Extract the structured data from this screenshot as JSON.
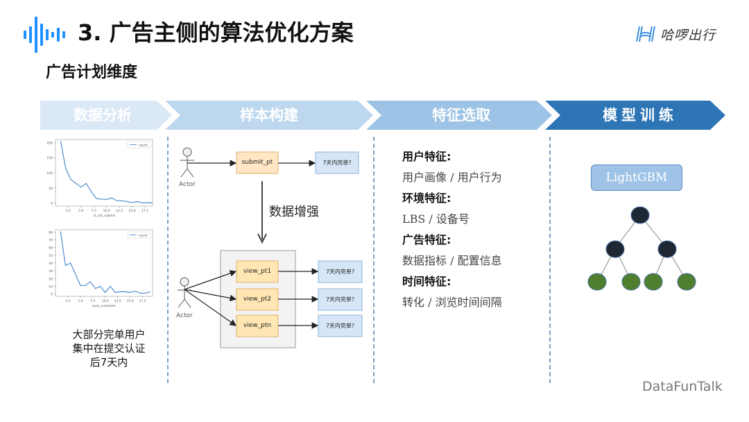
{
  "header": {
    "title": "3. 广告主侧的算法优化方案",
    "subtitle": "广告计划维度",
    "brand_name": "哈啰出行",
    "accent_color": "#1e90ff"
  },
  "pipeline": {
    "stages": [
      {
        "label": "数据分析",
        "color": "#dbe8f5"
      },
      {
        "label": "样本构建",
        "color": "#bdd7ee"
      },
      {
        "label": "特征选取",
        "color": "#9dc3e6"
      },
      {
        "label": "模型训练",
        "color": "#2e75b6"
      }
    ]
  },
  "data_analysis": {
    "chart_data": [
      {
        "type": "line",
        "title": "",
        "xlabel": "ct_cdt_submit",
        "ylabel": "",
        "legend": [
          "count"
        ],
        "legend_position": "top-right",
        "xticks": [
          "2.5",
          "5.0",
          "7.5",
          "10.0",
          "12.5",
          "15.0",
          "17.5"
        ],
        "yticks": [
          "0",
          "50",
          "100",
          "150",
          "200"
        ],
        "xlim": [
          0,
          19
        ],
        "ylim": [
          -10,
          210
        ],
        "x": [
          1,
          2,
          3,
          4,
          5,
          6,
          7,
          8,
          9,
          10,
          11,
          12,
          13,
          14,
          15,
          16,
          17,
          18,
          19
        ],
        "series": [
          {
            "name": "count",
            "values": [
              205,
              115,
              78,
              65,
              53,
              65,
              38,
              15,
              13,
              12,
              17,
              8,
              8,
              5,
              2,
              5,
              1,
              1,
              1
            ]
          }
        ]
      },
      {
        "type": "line",
        "title": "",
        "xlabel": "pass_complete",
        "ylabel": "",
        "legend": [
          "count"
        ],
        "legend_position": "top-right",
        "xticks": [
          "2.5",
          "5.0",
          "7.5",
          "10.0",
          "12.5",
          "15.0",
          "17.5"
        ],
        "yticks": [
          "0",
          "10",
          "20",
          "30",
          "40",
          "50",
          "60",
          "70",
          "80"
        ],
        "xlim": [
          0,
          19.5
        ],
        "ylim": [
          -3,
          83
        ],
        "x": [
          1,
          2,
          3,
          4,
          5,
          6,
          7,
          8,
          9,
          10,
          11,
          12,
          13,
          14,
          15,
          16,
          17,
          18,
          19
        ],
        "series": [
          {
            "name": "count",
            "values": [
              81,
              37,
              40,
              26,
              11,
              11,
              16,
              7,
              10,
              2,
              10,
              2,
              3,
              3,
              2,
              4,
              1,
              1,
              3
            ]
          }
        ]
      }
    ],
    "note_lines": [
      "大部分完单用户",
      "集中在提交认证",
      "后7天内"
    ]
  },
  "sample_build": {
    "actor_label": "Actor",
    "submit_node": "submit_pt",
    "outcome_label": "7天内完单?",
    "augment_label": "数据增强",
    "view_nodes": [
      "view_pt1",
      "view_pt2",
      "view_ptn"
    ],
    "node_fill": "#ffe6b3",
    "outcome_fill": "#d6e6f7"
  },
  "features": {
    "groups": [
      {
        "heading": "用户特征:",
        "value": "用户画像 / 用户行为"
      },
      {
        "heading": "环境特征:",
        "value": "LBS / 设备号"
      },
      {
        "heading": "广告特征:",
        "value": "数据指标 / 配置信息"
      },
      {
        "heading": "时间特征:",
        "value": "转化 / 浏览时间间隔"
      }
    ]
  },
  "model": {
    "name": "LightGBM",
    "tree": {
      "internal_color": "#1f2733",
      "leaf_color": "#4f7f2e"
    }
  },
  "footer": {
    "watermark": "DataFunTalk"
  }
}
